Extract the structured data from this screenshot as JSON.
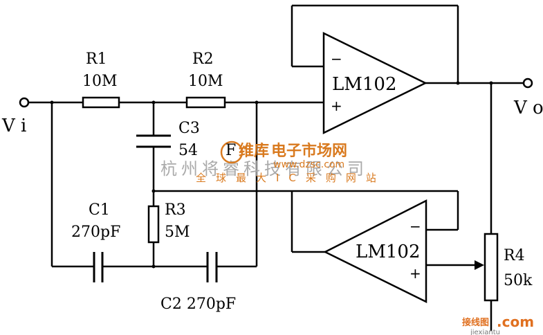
{
  "labels": {
    "vi": "V i",
    "vo": "V o",
    "r1_name": "R1",
    "r1_value": "10M",
    "r2_name": "R2",
    "r2_value": "10M",
    "c3_name": "C3",
    "c3_value": "54",
    "c3_value_tail": "F",
    "c1_name": "C1",
    "c1_value": "270pF",
    "r3_name": "R3",
    "r3_value": "5M",
    "c2_label": "C2  270pF",
    "r4_name": "R4",
    "r4_value": "50k",
    "opamp1": "LM102",
    "opamp2": "LM102",
    "minus": "−",
    "plus": "+"
  },
  "watermarks": {
    "brand": "维库",
    "site_cn": "电子市场网",
    "site_url": "www.dzsc.com",
    "slogan": "全球最大IC采购网站",
    "company": "杭州将睿科技有限公司",
    "corner_cn": "接线图",
    "corner_com": ".com",
    "corner_url": "jiexiantu"
  },
  "colors": {
    "wire": "#000000",
    "watermark_orange": "#d97a1f",
    "watermark_gray": "#aaaaaa"
  }
}
